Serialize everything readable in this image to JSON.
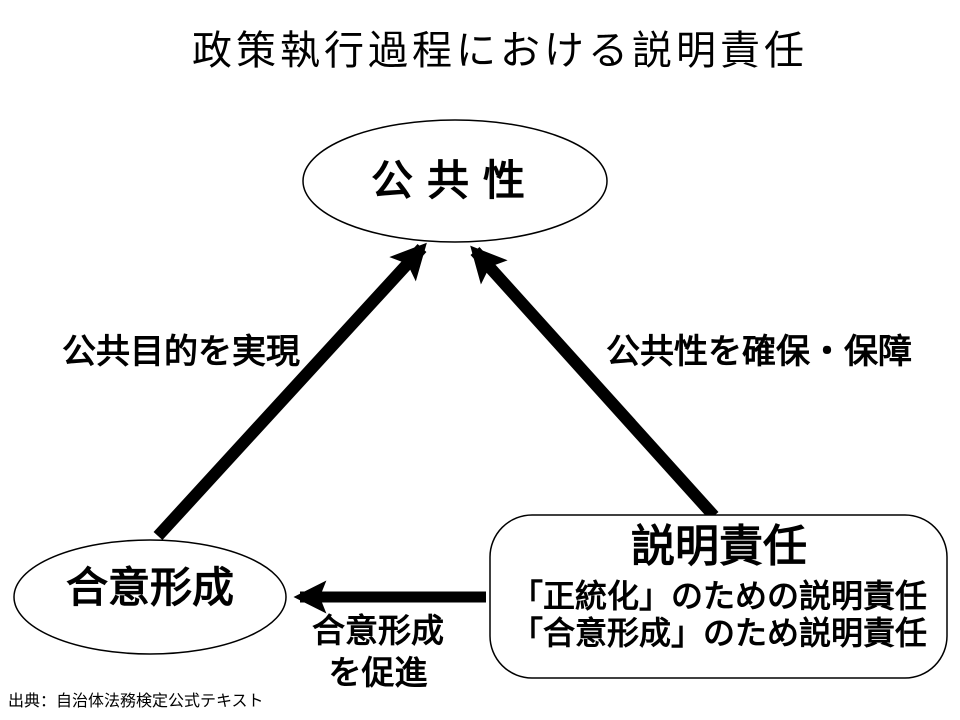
{
  "title": "政策執行過程における説明責任",
  "nodes": {
    "public": {
      "label": "公共性"
    },
    "consensus": {
      "label": "合意形成"
    },
    "accountability": {
      "title": "説明責任",
      "line1": "「正統化」のための説明責任",
      "line2": "「合意形成」のため説明責任"
    }
  },
  "arrows": {
    "consensus_to_public": {
      "label": "公共目的を実現"
    },
    "accountability_to_public": {
      "label": "公共性を確保・保障"
    },
    "accountability_to_consensus": {
      "label_line1": "合意形成",
      "label_line2": "を促進"
    }
  },
  "source": "出典：自治体法務検定公式テキスト",
  "colors": {
    "ink": "#000000",
    "background": "#ffffff"
  }
}
